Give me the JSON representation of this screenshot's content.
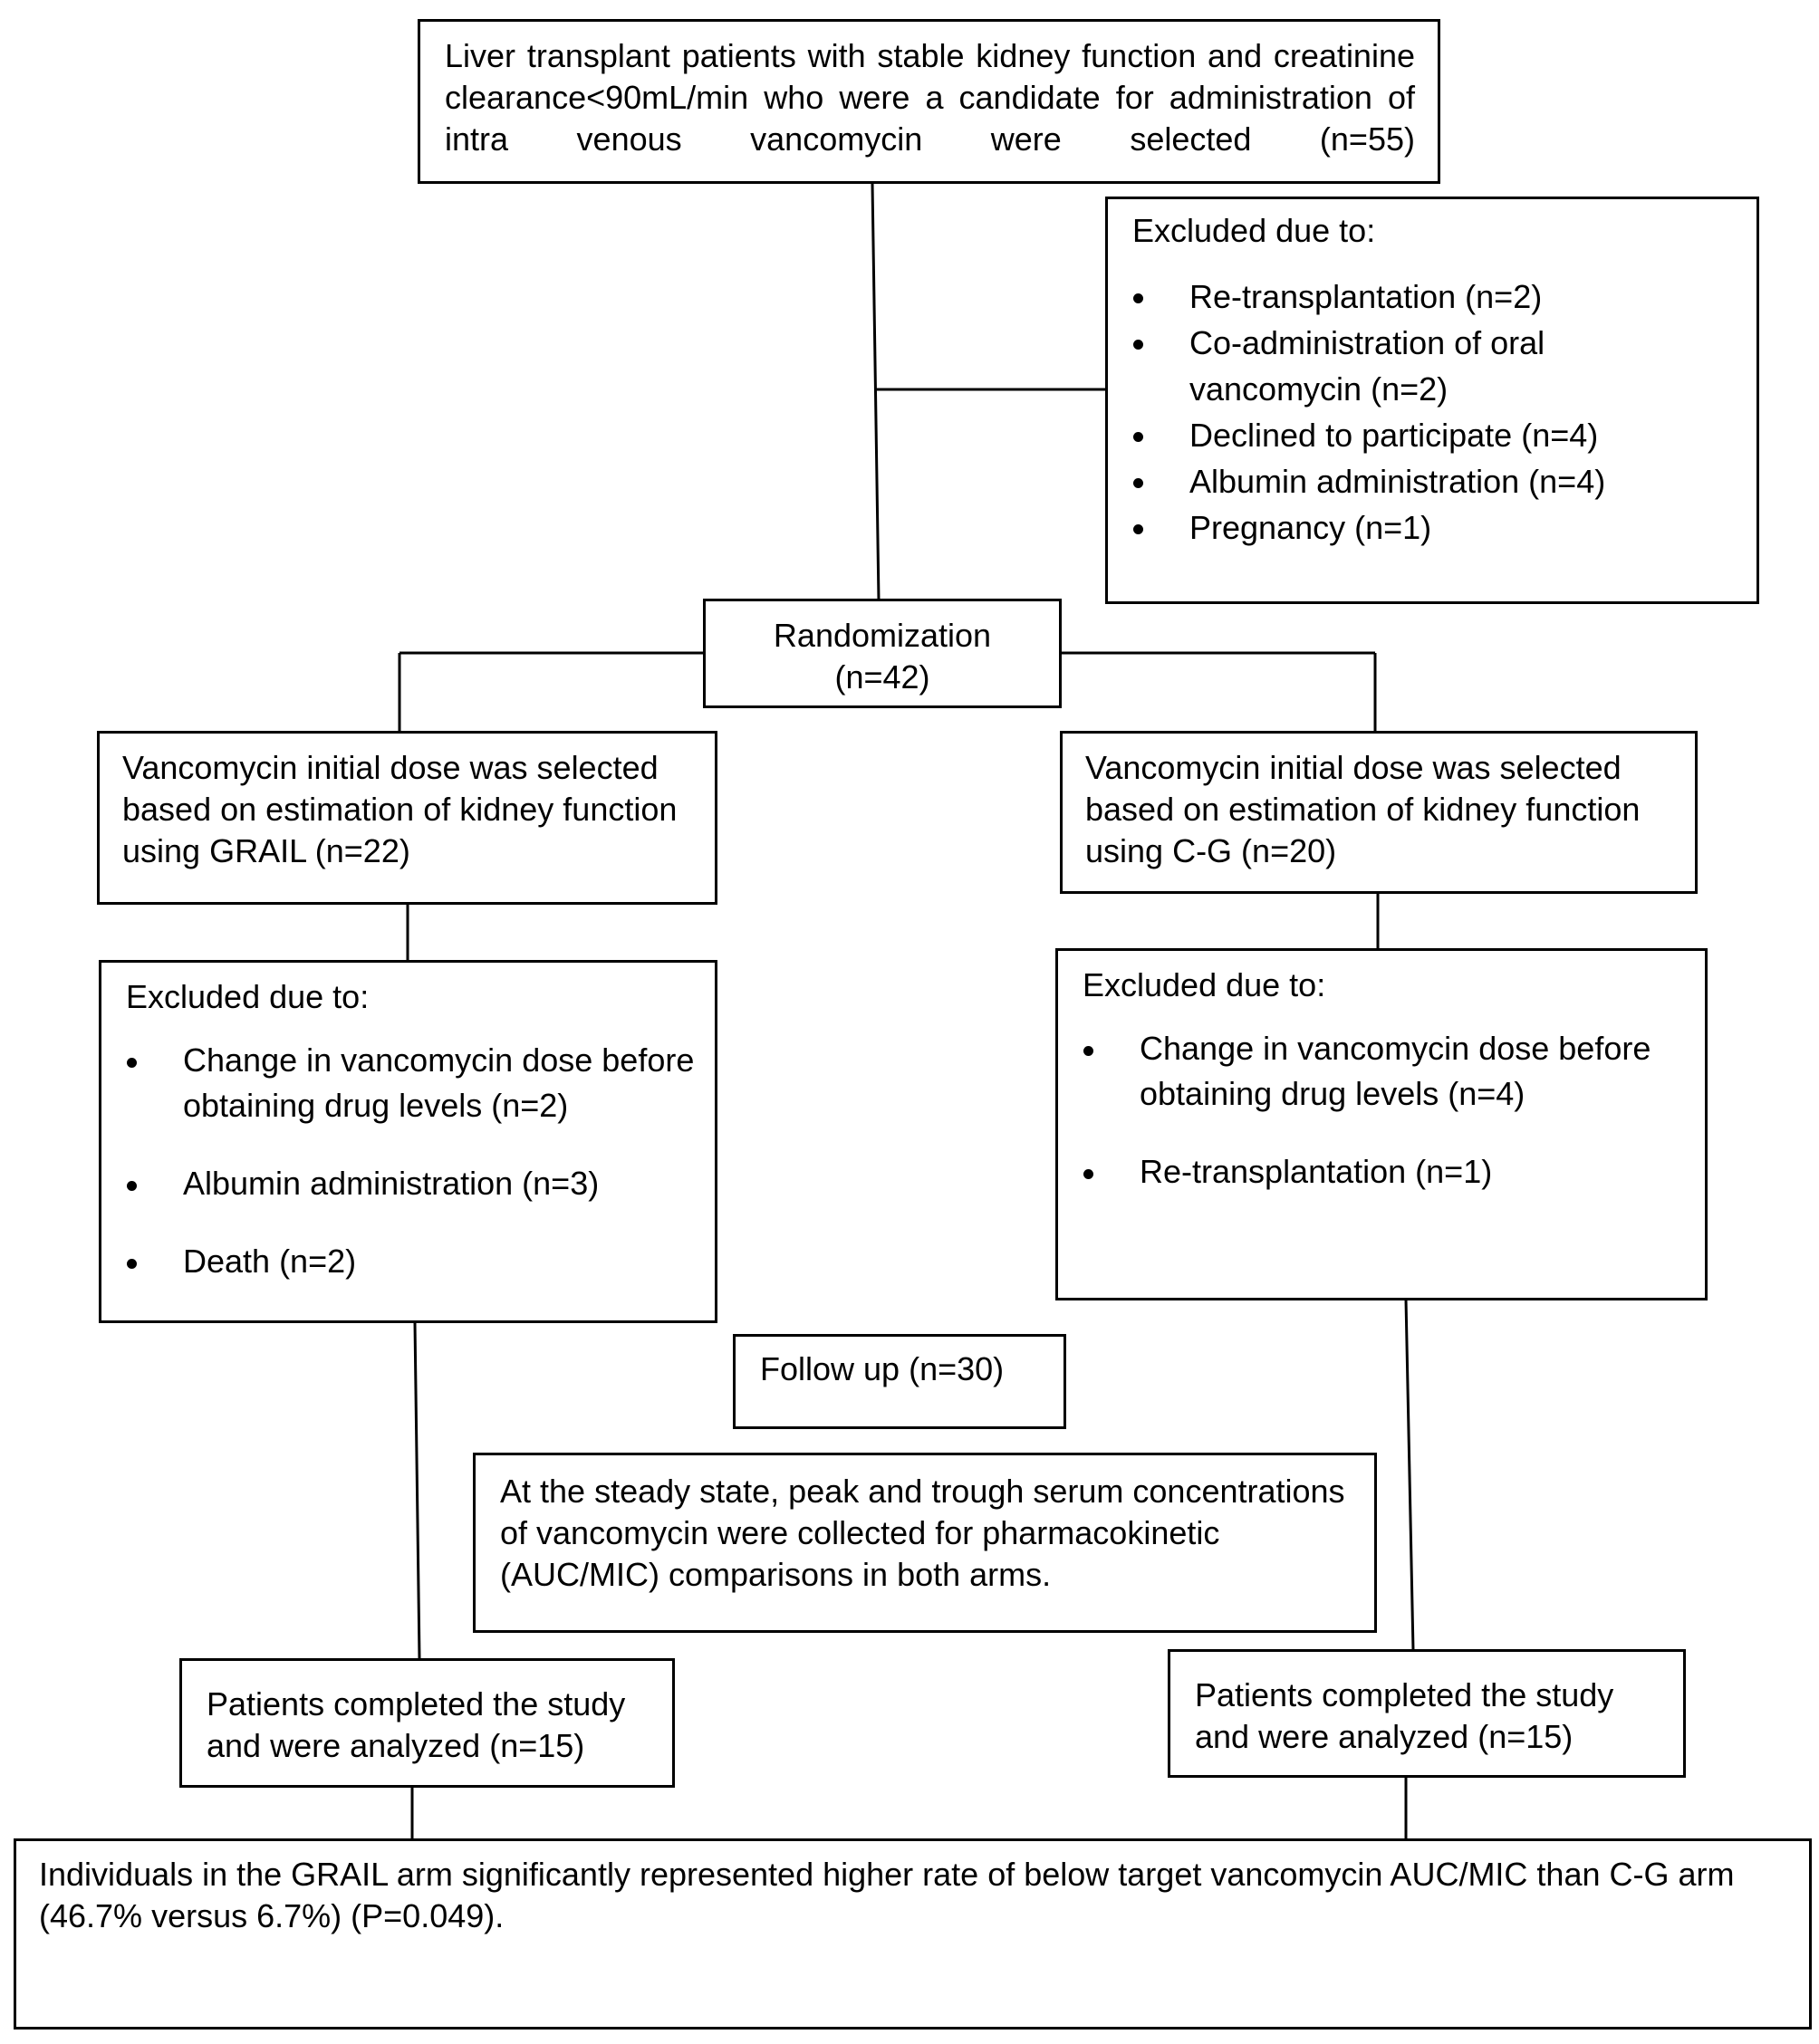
{
  "eligibility": {
    "text": "Liver transplant patients with stable kidney function and creatinine clearance<90mL/min who were a candidate for administration of intra venous vancomycin were selected (n=55)"
  },
  "exclusion_initial": {
    "heading": "Excluded due to:",
    "items": [
      "Re-transplantation (n=2)",
      "Co-administration of oral vancomycin (n=2)",
      "Declined to participate (n=4)",
      "Albumin administration (n=4)",
      "Pregnancy (n=1)"
    ]
  },
  "randomization": {
    "label": "Randomization",
    "count": "(n=42)"
  },
  "grail_arm": {
    "allocation": "Vancomycin initial dose was selected based on estimation of kidney function using GRAIL (n=22)",
    "exclusion_heading": "Excluded due to:",
    "exclusion_items": [
      "Change in vancomycin dose before obtaining drug levels (n=2)",
      "Albumin administration (n=3)",
      "Death (n=2)"
    ],
    "analyzed": "Patients completed the study and were analyzed (n=15)"
  },
  "cg_arm": {
    "allocation": "Vancomycin initial dose was selected based on estimation of kidney function using C-G (n=20)",
    "exclusion_heading": "Excluded due to:",
    "exclusion_items": [
      "Change in vancomycin dose before obtaining drug levels (n=4)",
      "Re-transplantation (n=1)"
    ],
    "analyzed": "Patients completed the study and were analyzed (n=15)"
  },
  "follow_up": {
    "text": "Follow up (n=30)"
  },
  "steady_state": {
    "text": "At the steady state, peak and trough serum concentrations of vancomycin were collected for pharmacokinetic (AUC/MIC) comparisons in both arms."
  },
  "result": {
    "text": "Individuals in the GRAIL arm significantly represented higher rate of below target vancomycin AUC/MIC than C-G arm (46.7% versus 6.7%) (P=0.049)."
  }
}
